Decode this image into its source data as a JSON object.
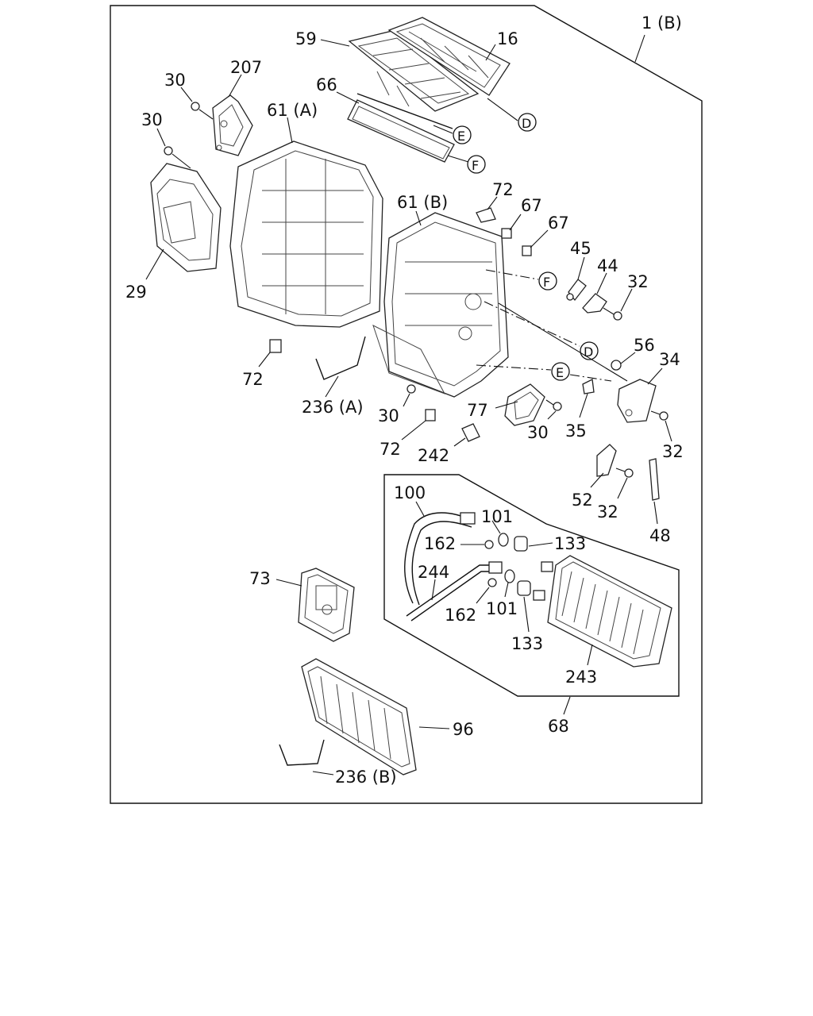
{
  "diagram": {
    "frame_label": "1 (B)",
    "callouts": {
      "c59": "59",
      "c16": "16",
      "c207": "207",
      "c30a": "30",
      "c30b": "30",
      "c66": "66",
      "c61a": "61 (A)",
      "c29": "29",
      "c61b": "61 (B)",
      "c72a": "72",
      "c67a": "67",
      "c67b": "67",
      "c45": "45",
      "c44": "44",
      "c32a": "32",
      "c72b": "72",
      "c56": "56",
      "c34": "34",
      "c236a": "236 (A)",
      "c30c": "30",
      "c77": "77",
      "c30d": "30",
      "c35": "35",
      "c32b": "32",
      "c72c": "72",
      "c242": "242",
      "c52": "52",
      "c32c": "32",
      "c48": "48",
      "c100": "100",
      "c101a": "101",
      "c162a": "162",
      "c133a": "133",
      "c244": "244",
      "c162b": "162",
      "c101b": "101",
      "c133b": "133",
      "c73": "73",
      "c243": "243",
      "c68": "68",
      "c96": "96",
      "c236b": "236 (B)"
    },
    "ref_marks": {
      "d1": "D",
      "e1": "E",
      "f1": "F",
      "f2": "F",
      "d2": "D",
      "e2": "E"
    }
  }
}
